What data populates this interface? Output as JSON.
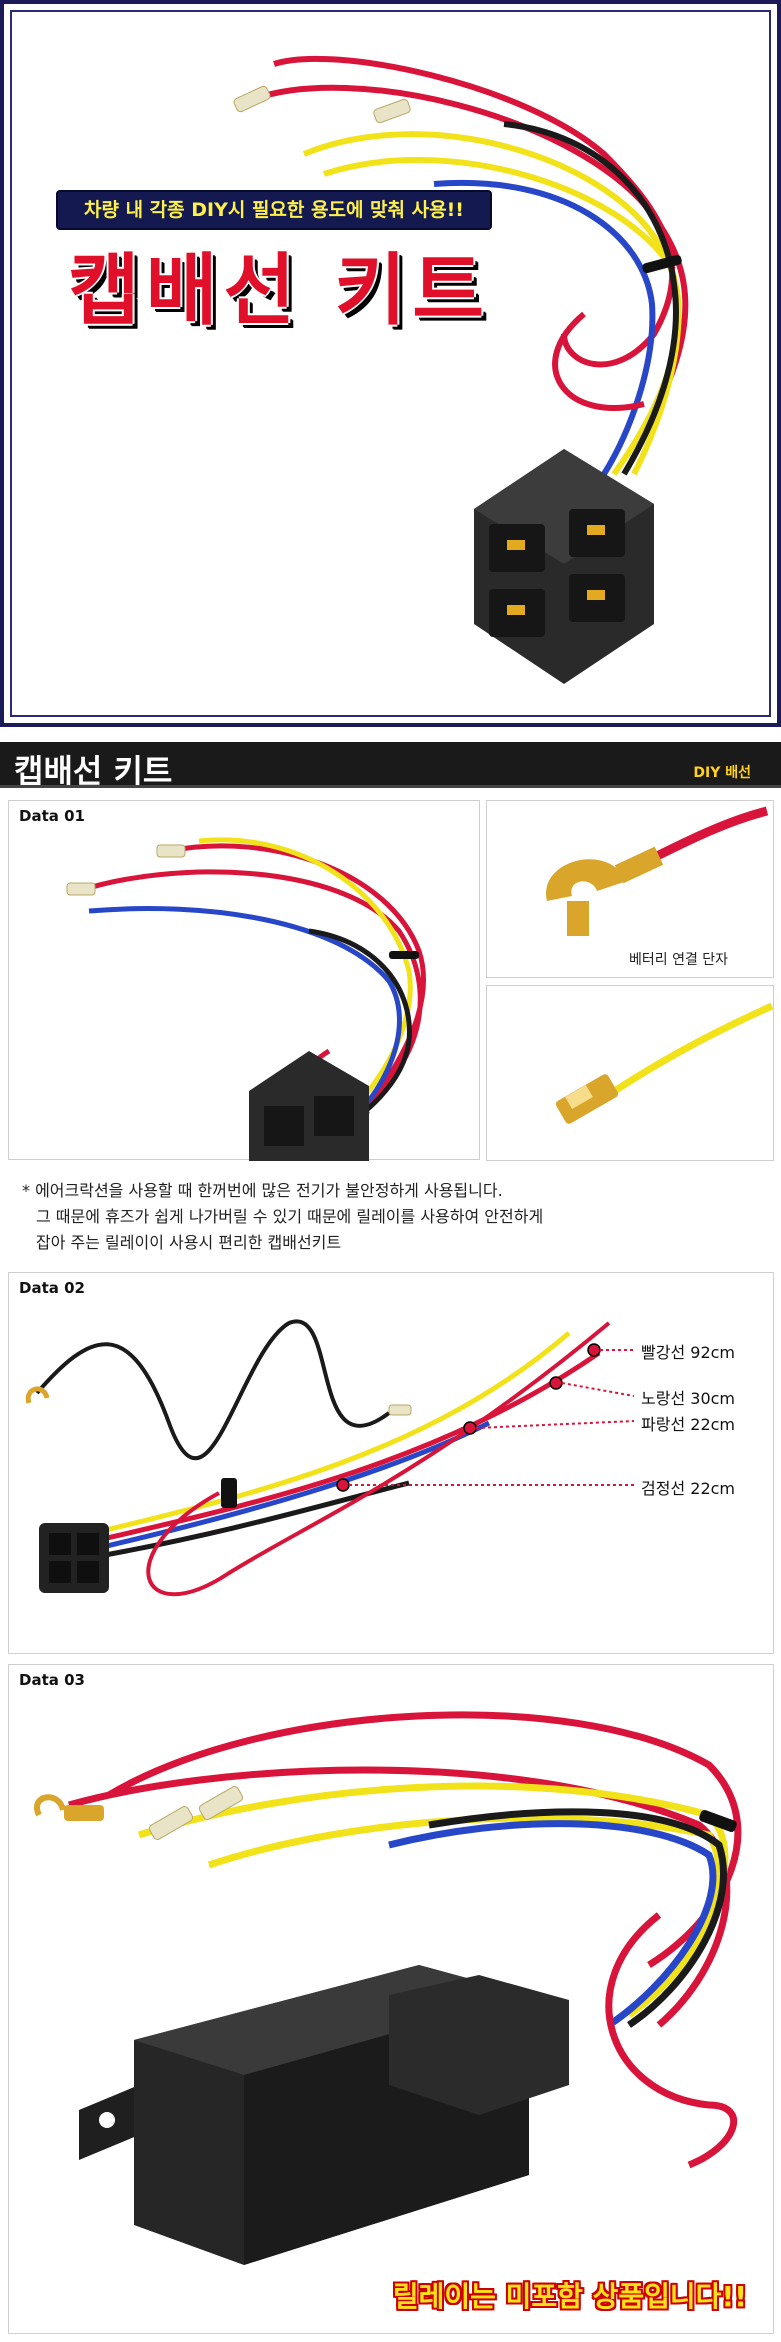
{
  "hero": {
    "ribbon": "차량 내 각종 DIY시 필요한 용도에 맞춰 사용!!",
    "title": "캡배선 키트"
  },
  "section": {
    "title": "캡배선 키트",
    "tag": "DIY 배선"
  },
  "data01": {
    "label": "Data 01",
    "terminal_caption": "베터리 연결 단자"
  },
  "description": [
    "* 에어크락션을 사용할 때 한꺼번에 많은 전기가 불안정하게 사용됩니다.",
    "그 때문에 휴즈가 쉽게 나가버릴 수 있기 때문에 릴레이를 사용하여 안전하게",
    "잡아 주는 릴레이이 사용시 편리한 캡배선키트"
  ],
  "data02": {
    "label": "Data 02",
    "wires": [
      {
        "name": "빨강선",
        "length": "92cm",
        "color": "#d8143a"
      },
      {
        "name": "노랑선",
        "length": "30cm",
        "color": "#f2e21a"
      },
      {
        "name": "파랑선",
        "length": "22cm",
        "color": "#2747c8"
      },
      {
        "name": "검정선",
        "length": "22cm",
        "color": "#1a1a1a"
      }
    ]
  },
  "data03": {
    "label": "Data 03",
    "banner": "릴레이는 미포함 상품입니다!!"
  },
  "colors": {
    "red_wire": "#d8143a",
    "yellow_wire": "#f2e21a",
    "blue_wire": "#2747c8",
    "black_wire": "#1a1a1a",
    "connector": "#222222",
    "brass": "#d9a52a",
    "navy": "#141a50"
  }
}
